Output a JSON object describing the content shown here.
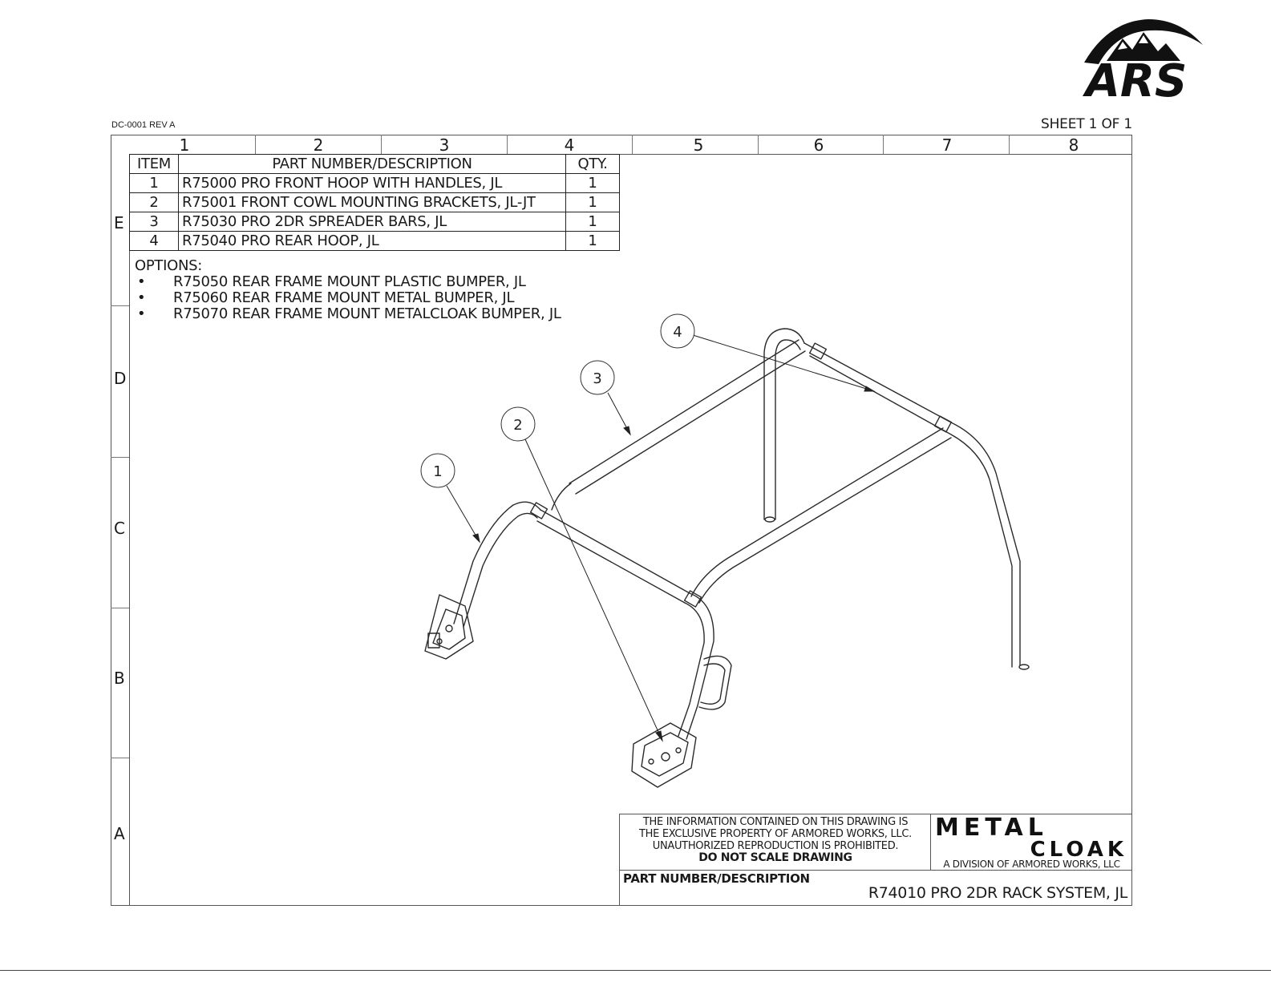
{
  "header": {
    "doc_id": "DC-0001  REV A",
    "sheet": "SHEET 1 OF 1"
  },
  "logo": {
    "text": "ARS"
  },
  "frame": {
    "columns": [
      "1",
      "2",
      "3",
      "4",
      "5",
      "6",
      "7",
      "8"
    ],
    "rows": [
      "E",
      "D",
      "C",
      "B",
      "A"
    ]
  },
  "bom": {
    "headers": [
      "ITEM",
      "PART NUMBER/DESCRIPTION",
      "QTY."
    ],
    "rows": [
      {
        "item": "1",
        "desc": "R75000 PRO FRONT HOOP WITH HANDLES, JL",
        "qty": "1"
      },
      {
        "item": "2",
        "desc": "R75001 FRONT COWL MOUNTING BRACKETS, JL-JT",
        "qty": "1"
      },
      {
        "item": "3",
        "desc": "R75030 PRO 2DR SPREADER BARS, JL",
        "qty": "1"
      },
      {
        "item": "4",
        "desc": "R75040 PRO REAR HOOP, JL",
        "qty": "1"
      }
    ]
  },
  "options": {
    "title": "OPTIONS:",
    "items": [
      "R75050 REAR FRAME MOUNT PLASTIC BUMPER, JL",
      "R75060 REAR FRAME MOUNT METAL BUMPER, JL",
      "R75070 REAR FRAME MOUNT METALCLOAK BUMPER, JL"
    ]
  },
  "balloons": [
    "1",
    "2",
    "3",
    "4"
  ],
  "title_block": {
    "notice_line1": "THE INFORMATION CONTAINED ON THIS DRAWING IS",
    "notice_line2": "THE EXCLUSIVE PROPERTY OF ARMORED WORKS, LLC.",
    "notice_line3": "UNAUTHORIZED REPRODUCTION IS PROHIBITED.",
    "notice_bold": "DO NOT SCALE DRAWING",
    "brand_line1": "METAL",
    "brand_line2": "CLOAK",
    "division": "A DIVISION OF ARMORED WORKS, LLC",
    "pn_label": "PART NUMBER/DESCRIPTION",
    "pn_value": "R74010 PRO 2DR RACK SYSTEM, JL"
  }
}
